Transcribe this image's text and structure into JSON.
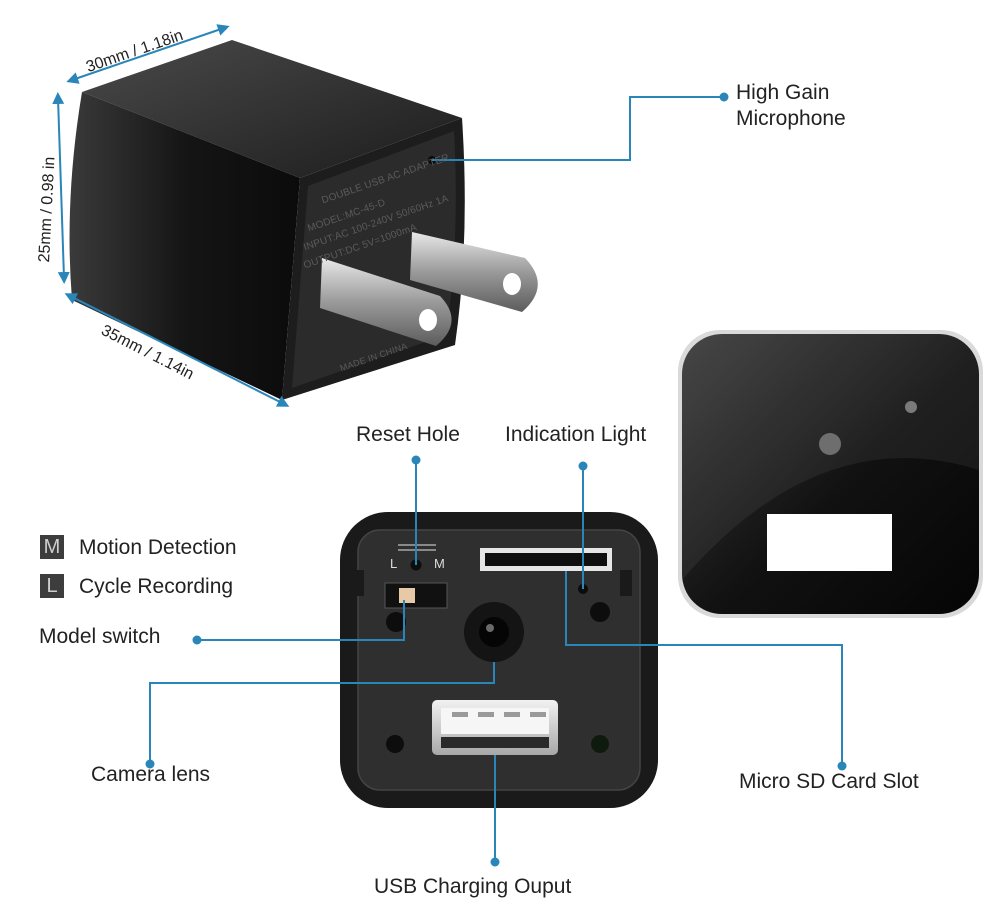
{
  "dimensions": {
    "width": "30mm / 1.18in",
    "height": "25mm / 0.98 in",
    "depth": "35mm / 1.14in"
  },
  "adapter_label": {
    "line1": "DOUBLE USB AC ADAPTER",
    "line2": "MODEL:MC-45-D",
    "line3": "INPUT:AC 100-240V 50/60Hz 1A",
    "line4": "OUTPUT:DC 5V=1000mA",
    "made_in": "MADE IN CHINA"
  },
  "callouts": {
    "microphone_line1": "High Gain",
    "microphone_line2": "Microphone",
    "reset_hole": "Reset Hole",
    "indication_light": "Indication Light",
    "model_switch": "Model switch",
    "camera_lens": "Camera lens",
    "sd_slot": "Micro SD Card Slot",
    "usb_output": "USB Charging Ouput"
  },
  "legend": [
    {
      "key": "M",
      "label": "Motion Detection"
    },
    {
      "key": "L",
      "label": "Cycle Recording"
    }
  ],
  "switch_marks": {
    "left": "L",
    "right": "M"
  },
  "colors": {
    "callout_line": "#2a86b8",
    "device_body": "#1b1b1b",
    "panel": "#2e2e2e"
  }
}
